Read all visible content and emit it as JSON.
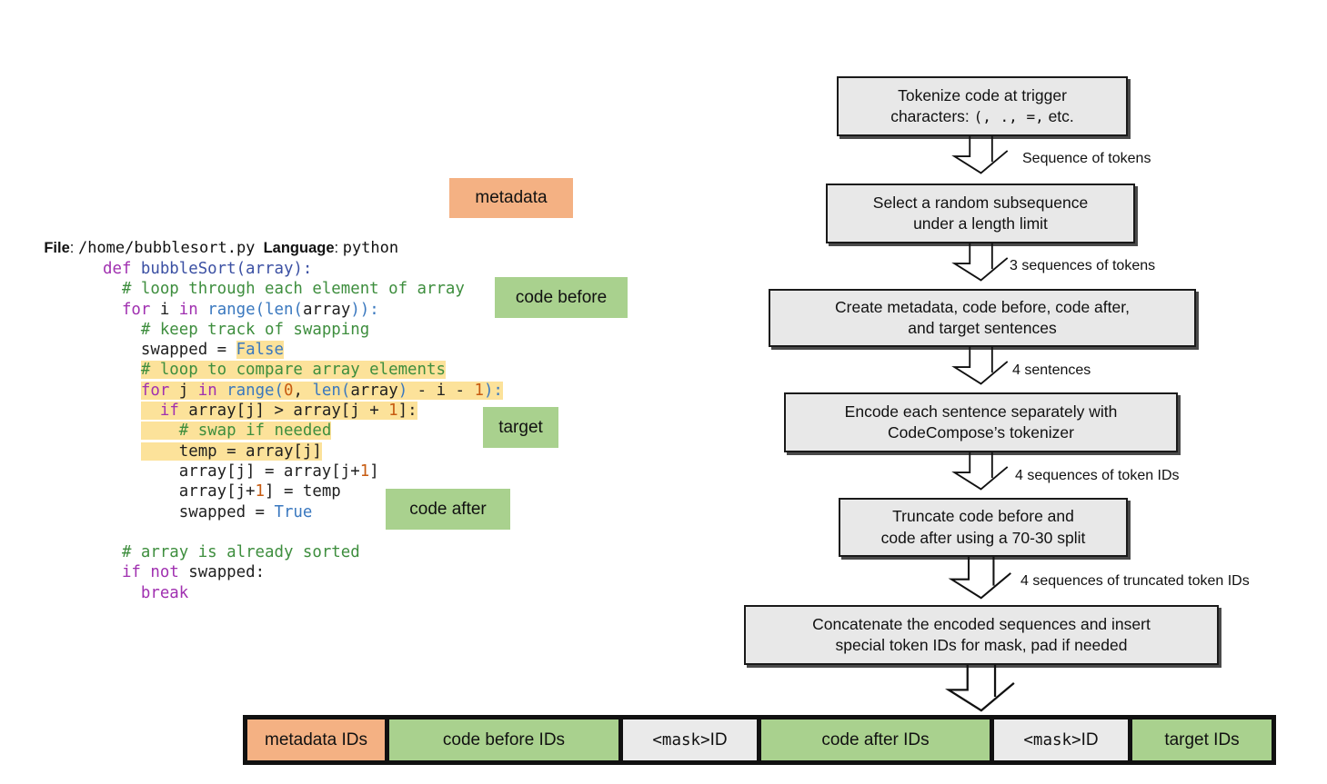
{
  "labels": {
    "metadata": "metadata",
    "code_before": "code before",
    "target": "target",
    "code_after": "code after"
  },
  "file_line": {
    "file_label": "File",
    "file_sep": ": ",
    "file_value": "/home/bubblesort.py",
    "gap": "  ",
    "language_label": "Language",
    "language_sep": ": ",
    "language_value": "python"
  },
  "code": {
    "lines": [
      [
        {
          "t": "def ",
          "c": "k"
        },
        {
          "t": "bubbleSort(array):",
          "c": "fn"
        }
      ],
      [
        {
          "t": "  ",
          "c": "p"
        },
        {
          "t": "# loop through each element of array",
          "c": "c"
        }
      ],
      [
        {
          "t": "  ",
          "c": "p"
        },
        {
          "t": "for",
          "c": "k"
        },
        {
          "t": " i ",
          "c": "p"
        },
        {
          "t": "in",
          "c": "k"
        },
        {
          "t": " ",
          "c": "p"
        },
        {
          "t": "range(",
          "c": "b"
        },
        {
          "t": "len(",
          "c": "b"
        },
        {
          "t": "array",
          "c": "p"
        },
        {
          "t": ")):",
          "c": "b"
        }
      ],
      [
        {
          "t": "    ",
          "c": "p"
        },
        {
          "t": "# keep track of swapping",
          "c": "c"
        }
      ],
      [
        {
          "t": "    swapped = ",
          "c": "p"
        },
        {
          "t": "False",
          "c": "b",
          "h": true
        }
      ],
      [
        {
          "t": "    ",
          "c": "p"
        },
        {
          "t": "# loop to compare array elements",
          "c": "c",
          "h": true
        }
      ],
      [
        {
          "t": "    ",
          "c": "p"
        },
        {
          "t": "for",
          "c": "k",
          "h": true
        },
        {
          "t": " j ",
          "c": "p",
          "h": true
        },
        {
          "t": "in",
          "c": "k",
          "h": true
        },
        {
          "t": " ",
          "c": "p",
          "h": true
        },
        {
          "t": "range(",
          "c": "b",
          "h": true
        },
        {
          "t": "0",
          "c": "n",
          "h": true
        },
        {
          "t": ", ",
          "c": "p",
          "h": true
        },
        {
          "t": "len(",
          "c": "b",
          "h": true
        },
        {
          "t": "array",
          "c": "p",
          "h": true
        },
        {
          "t": ")",
          "c": "b",
          "h": true
        },
        {
          "t": " - i - ",
          "c": "p",
          "h": true
        },
        {
          "t": "1",
          "c": "n",
          "h": true
        },
        {
          "t": "):",
          "c": "b",
          "h": true
        }
      ],
      [
        {
          "t": "    ",
          "c": "p"
        },
        {
          "t": "  ",
          "c": "p",
          "h": true
        },
        {
          "t": "if",
          "c": "k",
          "h": true
        },
        {
          "t": " array[j] > array[j + ",
          "c": "p",
          "h": true
        },
        {
          "t": "1",
          "c": "n",
          "h": true
        },
        {
          "t": "]:",
          "c": "p",
          "h": true
        }
      ],
      [
        {
          "t": "    ",
          "c": "p"
        },
        {
          "t": "    ",
          "c": "p",
          "h": true
        },
        {
          "t": "# swap if needed",
          "c": "c",
          "h": true
        }
      ],
      [
        {
          "t": "    ",
          "c": "p"
        },
        {
          "t": "    temp = array[j]",
          "c": "p",
          "h": true
        }
      ],
      [
        {
          "t": "        array[j] = array[j+",
          "c": "p"
        },
        {
          "t": "1",
          "c": "n"
        },
        {
          "t": "]",
          "c": "p"
        }
      ],
      [
        {
          "t": "        array[j+",
          "c": "p"
        },
        {
          "t": "1",
          "c": "n"
        },
        {
          "t": "] = temp",
          "c": "p"
        }
      ],
      [
        {
          "t": "        swapped = ",
          "c": "p"
        },
        {
          "t": "True",
          "c": "b"
        }
      ],
      [],
      [
        {
          "t": "  ",
          "c": "p"
        },
        {
          "t": "# array is already sorted",
          "c": "c"
        }
      ],
      [
        {
          "t": "  ",
          "c": "p"
        },
        {
          "t": "if",
          "c": "k"
        },
        {
          "t": " ",
          "c": "p"
        },
        {
          "t": "not",
          "c": "k"
        },
        {
          "t": " swapped:",
          "c": "p"
        }
      ],
      [
        {
          "t": "    ",
          "c": "p"
        },
        {
          "t": "break",
          "c": "k"
        }
      ]
    ]
  },
  "flowchart": {
    "boxes": [
      {
        "line1": "Tokenize code at trigger",
        "line2_parts": [
          {
            "t": "characters: "
          },
          {
            "t": "(, ., =,"
          },
          {
            "t": " etc."
          }
        ]
      },
      {
        "line1": "Select a random subsequence",
        "line2": "under a length limit"
      },
      {
        "line1": "Create metadata, code before, code after,",
        "line2": "and target sentences"
      },
      {
        "line1": "Encode each sentence separately with",
        "line2": "CodeCompose’s tokenizer"
      },
      {
        "line1": "Truncate code before and",
        "line2": "code after using a 70-30 split"
      },
      {
        "line1": "Concatenate the encoded sequences and insert",
        "line2": "special token IDs for mask, pad if needed"
      }
    ],
    "arrow_labels": [
      "Sequence of tokens",
      "3 sequences of tokens",
      "4 sentences",
      "4 sequences of token IDs",
      "4 sequences of truncated token IDs"
    ]
  },
  "bar": {
    "segments": [
      {
        "text": "metadata IDs"
      },
      {
        "text": "code before IDs"
      },
      {
        "mono": "<mask>",
        "text": " ID"
      },
      {
        "text": "code after IDs"
      },
      {
        "mono": "<mask>",
        "text": " ID"
      },
      {
        "text": "target IDs"
      }
    ]
  },
  "colors": {
    "orange": "#f4b183",
    "green": "#a9d18e",
    "box_gray": "#e8e8e8",
    "mask_gray": "#eaeaea",
    "highlight_yellow": "#fce29a",
    "keyword": "#a030b0",
    "comment": "#3e8e3e",
    "builtin": "#3a78bf",
    "number": "#c75b11",
    "function": "#3b50a3"
  }
}
